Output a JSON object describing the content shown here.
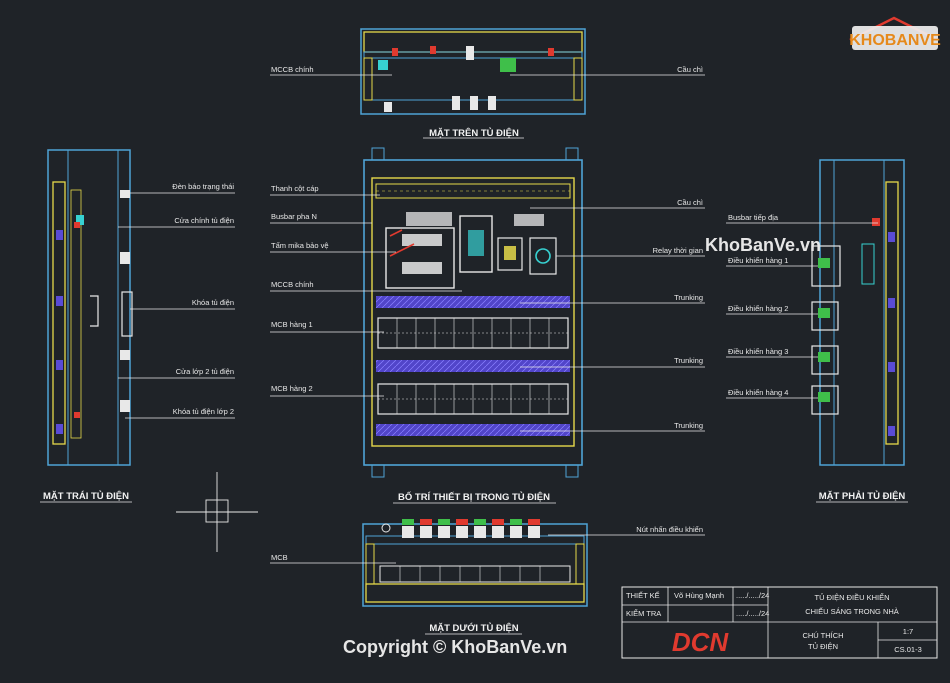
{
  "views": {
    "top": "MẶT TRÊN TỦ ĐIỆN",
    "left": "MẶT TRÁI TỦ ĐIỆN",
    "front": "BỐ TRÍ THIẾT BỊ TRONG TỦ ĐIỆN",
    "right": "MẶT PHẢI TỦ ĐIỆN",
    "bottom": "MẶT DƯỚI TỦ ĐIỆN"
  },
  "labels": {
    "top_mccb": "MCCB  chính",
    "top_fuse": "Cầu chì",
    "left_lamp": "Đèn báo trạng thái",
    "left_door": "Cửa chính tủ điện",
    "left_lock": "Khóa tủ điện",
    "left_door2": "Cửa lớp 2 tủ điện",
    "left_lock2": "Khóa tủ điện lớp 2",
    "front_tray": "Thanh cột cáp",
    "front_busbar_n": "Busbar pha N",
    "front_mica": "Tấm mika bảo vệ",
    "front_mccb": "MCCB  chính",
    "front_mcb1": "MCB hàng 1",
    "front_mcb2": "MCB hàng 2",
    "front_fuse": "Cầu chì",
    "front_relay": "Relay thời gian",
    "front_trunking1": "Trunking",
    "front_trunking2": "Trunking",
    "front_trunking3": "Trunking",
    "right_busbar": "Busbar tiếp địa",
    "right_ctrl1": "Điều khiển hàng 1",
    "right_ctrl2": "Điều khiển hàng 2",
    "right_ctrl3": "Điều khiển hàng 3",
    "right_ctrl4": "Điều khiển hàng 4",
    "bottom_button": "Nút nhấn điều khiển",
    "bottom_mcb": "MCB"
  },
  "title_block": {
    "designer_label": "THIẾT KẾ",
    "designer_name": "Võ Hùng Mạnh",
    "designer_date": "...../...../24",
    "checker_label": "KIỂM TRA",
    "checker_date": "...../...../24",
    "logo": "DCN",
    "project_line1": "TỦ ĐIỆN ĐIỀU KHIỂN",
    "project_line2": "CHIẾU SÁNG TRONG NHÀ",
    "note_line1": "CHÚ THÍCH",
    "note_line2": "TỦ ĐIỆN",
    "scale": "1:7",
    "sheet": "CS.01-3"
  },
  "watermarks": {
    "brand_top": "KHOBANVE",
    "brand_mid": "KhoBanVe.vn",
    "copyright": "Copyright © KhoBanVe.vn"
  },
  "colors": {
    "background": "#1f2328",
    "cabinet": "#4fa3d6",
    "frame": "#e6d94a",
    "trunking": "#5a4bd6",
    "white": "#e8e8e8",
    "red": "#e03a2f",
    "green": "#3fbf4a",
    "cyan": "#37d1d1"
  }
}
